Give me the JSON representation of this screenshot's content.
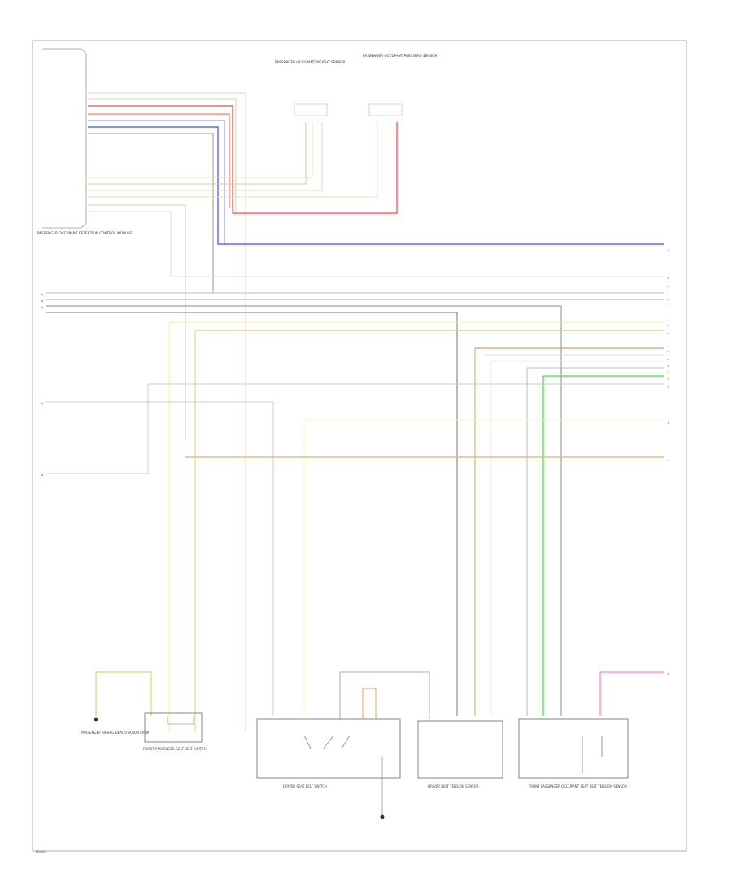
{
  "modules": {
    "occupant_module": "PASSENGER OCCUPANT DETECTION CONTROL MODULE",
    "weight_sensor_top": "PASSENGER OCCUPANT WEIGHT SENSOR",
    "pressure_sensor_top": "PASSENGER OCCUPANT PRESSURE SENSOR",
    "airbag_deactivation_lamp": "PASSENGER AIRBAG DEACTIVATION LAMP",
    "front_passenger_switch": "FRONT PASSENGER SEAT BELT SWITCH",
    "driver_switch": "DRIVER SEAT BELT SWITCH",
    "driver_tensioner": "DRIVER BELT TENSION SENSOR",
    "passenger_tensioner": "FRONT PASSENGER OCCUPANT SEAT BELT TENSION SENSOR"
  },
  "footer": {
    "code": "W0000"
  }
}
